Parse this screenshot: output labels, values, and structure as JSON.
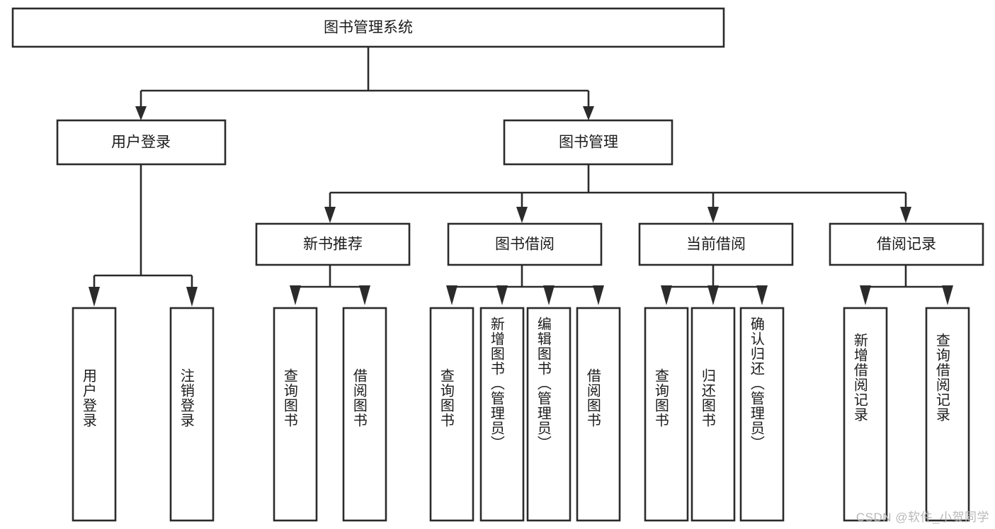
{
  "diagram": {
    "title": "图书管理系统",
    "type": "hierarchy-tree",
    "watermark": "CSDN @软件_小贺同学",
    "colors": {
      "background": "#ffffff",
      "stroke": "#2b2b2b",
      "text": "#1c1c1c",
      "watermark": "#b8b8b8"
    },
    "root": {
      "label": "图书管理系统"
    },
    "level2": [
      {
        "label": "用户登录"
      },
      {
        "label": "图书管理"
      }
    ],
    "level3": [
      {
        "label": "新书推荐"
      },
      {
        "label": "图书借阅"
      },
      {
        "label": "当前借阅"
      },
      {
        "label": "借阅记录"
      }
    ],
    "leaves": {
      "user_login": [
        {
          "label": "用户登录"
        },
        {
          "label": "注销登录"
        }
      ],
      "new_book": [
        {
          "label": "查询图书"
        },
        {
          "label": "借阅图书"
        }
      ],
      "book_borrow": [
        {
          "label": "查询图书"
        },
        {
          "label": "新增图书（管理员）"
        },
        {
          "label": "编辑图书（管理员）"
        },
        {
          "label": "借阅图书"
        }
      ],
      "current_borrow": [
        {
          "label": "查询图书"
        },
        {
          "label": "归还图书"
        },
        {
          "label": "确认归还（管理员）"
        }
      ],
      "borrow_record": [
        {
          "label": "新增借阅记录"
        },
        {
          "label": "查询借阅记录"
        }
      ]
    }
  }
}
